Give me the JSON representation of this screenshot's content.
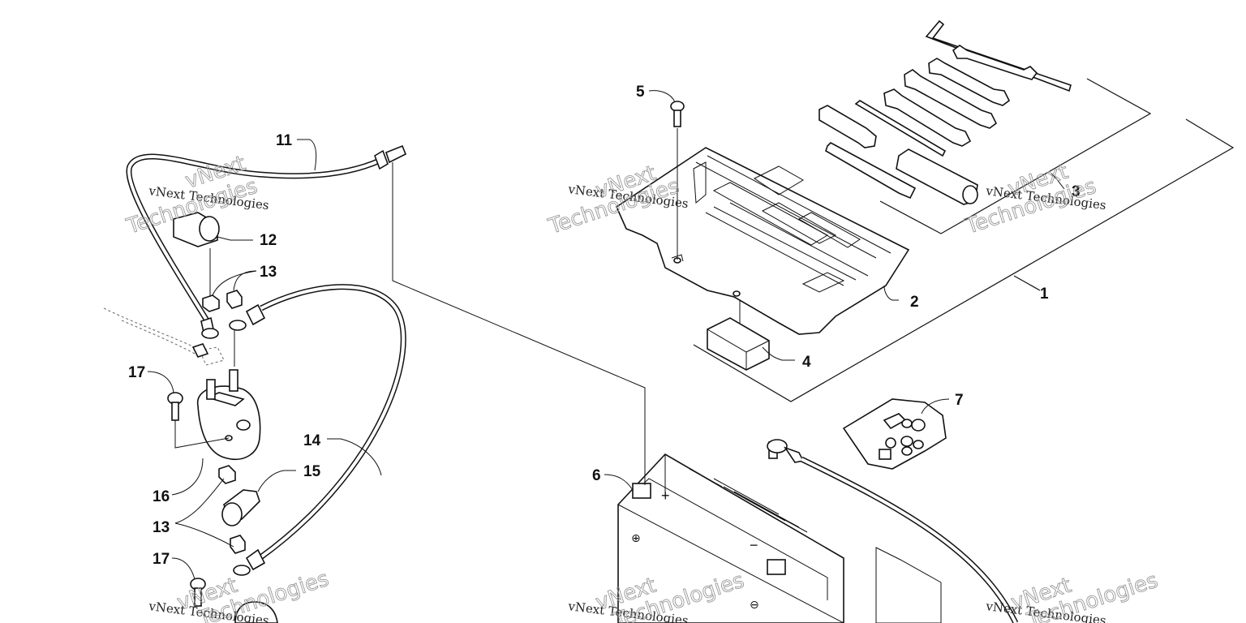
{
  "callouts": [
    "1",
    "2",
    "3",
    "4",
    "5",
    "6",
    "7",
    "11",
    "12",
    "13",
    "13",
    "14",
    "15",
    "16",
    "13",
    "17",
    "17"
  ],
  "watermark": {
    "company": "vNext Technologies",
    "overlay_word_1": "vNext",
    "overlay_word_2": "Technologies"
  },
  "battery": {
    "plus_mark": "+",
    "minus_mark": "−",
    "plus_symbol": "⊕",
    "minus_symbol": "⊖"
  }
}
